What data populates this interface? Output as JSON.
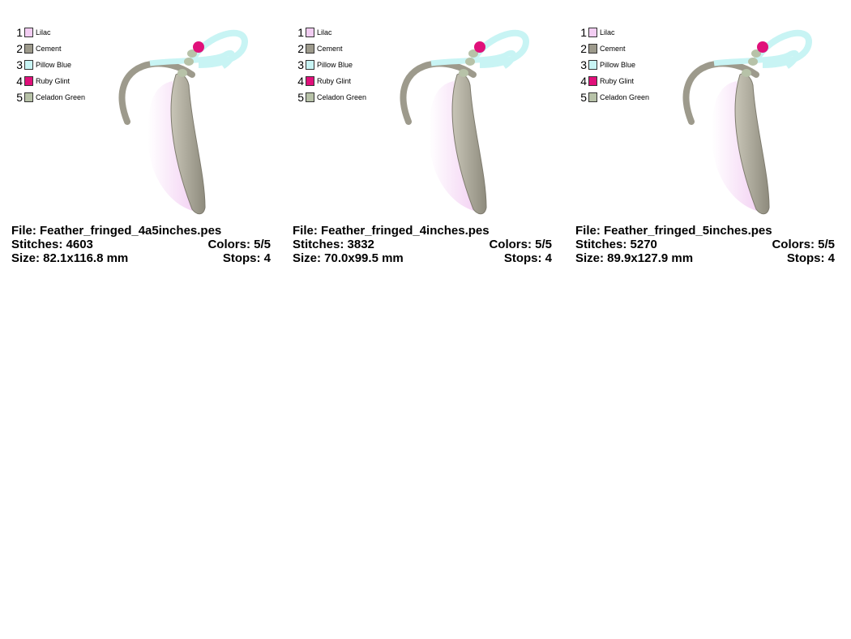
{
  "palette": [
    {
      "num": "1",
      "name": "Lilac",
      "color": "#f2cdf2"
    },
    {
      "num": "2",
      "name": "Cement",
      "color": "#9d9a8c"
    },
    {
      "num": "3",
      "name": "Pillow Blue",
      "color": "#c8f4f4"
    },
    {
      "num": "4",
      "name": "Ruby Glint",
      "color": "#e0107a"
    },
    {
      "num": "5",
      "name": "Celadon Green",
      "color": "#b7c2a8"
    }
  ],
  "designs": [
    {
      "file_label": "File: Feather_fringed_4a5inches.pes",
      "stitches_label": "Stitches: 4603",
      "colors_label": "Colors: 5/5",
      "size_label": "Size: 82.1x116.8 mm",
      "stops_label": "Stops: 4"
    },
    {
      "file_label": "File: Feather_fringed_4inches.pes",
      "stitches_label": "Stitches: 3832",
      "colors_label": "Colors: 5/5",
      "size_label": "Size: 70.0x99.5 mm",
      "stops_label": "Stops: 4"
    },
    {
      "file_label": "File: Feather_fringed_5inches.pes",
      "stitches_label": "Stitches: 5270",
      "colors_label": "Colors: 5/5",
      "size_label": "Size: 89.9x127.9 mm",
      "stops_label": "Stops: 4"
    }
  ]
}
